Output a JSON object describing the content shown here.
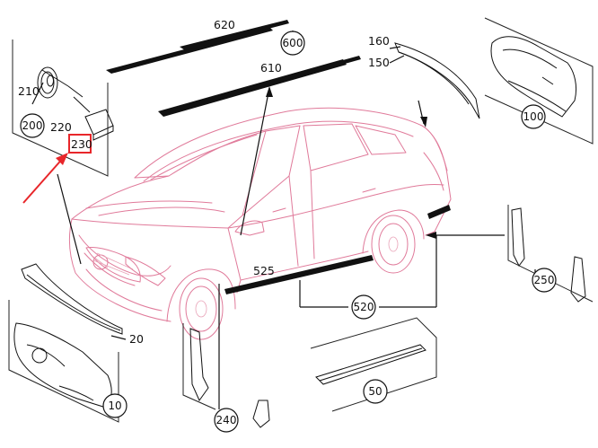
{
  "diagram": {
    "callouts": [
      {
        "id": "c620",
        "text": "620"
      },
      {
        "id": "c600",
        "text": "600"
      },
      {
        "id": "c610",
        "text": "610"
      },
      {
        "id": "c160",
        "text": "160"
      },
      {
        "id": "c150",
        "text": "150"
      },
      {
        "id": "c100",
        "text": "100"
      },
      {
        "id": "c210",
        "text": "210"
      },
      {
        "id": "c200",
        "text": "200"
      },
      {
        "id": "c220",
        "text": "220"
      },
      {
        "id": "c230",
        "text": "230"
      },
      {
        "id": "c525",
        "text": "525"
      },
      {
        "id": "c520",
        "text": "520"
      },
      {
        "id": "c250",
        "text": "250"
      },
      {
        "id": "c20",
        "text": "20"
      },
      {
        "id": "c10",
        "text": "10"
      },
      {
        "id": "c50",
        "text": "50"
      },
      {
        "id": "c240",
        "text": "240"
      }
    ],
    "highlight": {
      "label_ref": "230",
      "color": "#e8262a"
    },
    "colors": {
      "outline": "#e07a9a",
      "ink": "#111111",
      "accent": "#e8262a"
    }
  }
}
